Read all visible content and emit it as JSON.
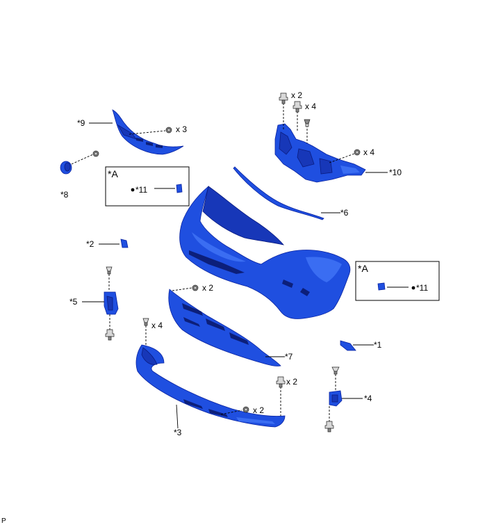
{
  "labels": {
    "p1": "*1",
    "p2": "*2",
    "p3": "*3",
    "p4": "*4",
    "p5": "*5",
    "p6": "*6",
    "p7": "*7",
    "p8": "*8",
    "p9": "*9",
    "p10": "*10",
    "p11": "*11",
    "detailA": "*A"
  },
  "quantities": {
    "x2": "x 2",
    "x3": "x 3",
    "x4": "x 4"
  },
  "corner_mark": "P",
  "colors": {
    "part_fill": "#1f4fe0",
    "part_stroke": "#0a23a0"
  }
}
